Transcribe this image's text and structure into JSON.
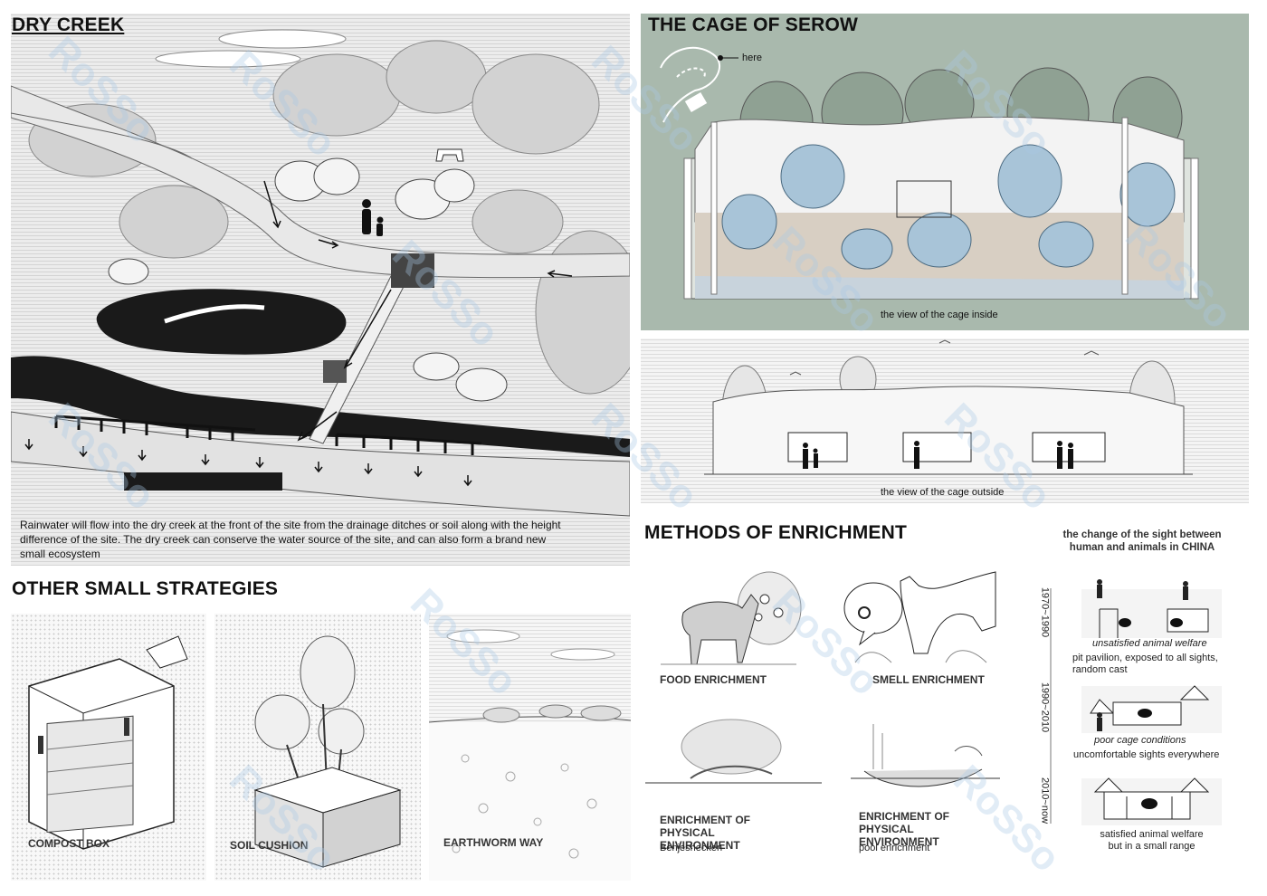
{
  "dry_creek": {
    "title": "DRY CREEK",
    "description": "Rainwater will flow into the dry creek at the front of the site from the drainage ditches or soil along with the height difference of the site. The dry creek can conserve the water source of the site, and can also form a brand new small ecosystem"
  },
  "serow_cage": {
    "title": "THE CAGE OF SEROW",
    "map_marker": "here",
    "inside_caption": "the view of the cage inside",
    "outside_caption": "the view of the cage outside"
  },
  "strategies": {
    "title": "OTHER SMALL STRATEGIES",
    "items": [
      {
        "label": "COMPOST BOX"
      },
      {
        "label": "SOIL CUSHION"
      },
      {
        "label": "EARTHWORM WAY"
      }
    ]
  },
  "enrichment": {
    "title": "METHODS OF ENRICHMENT",
    "items": [
      {
        "label": "FOOD ENRICHMENT",
        "sub": ""
      },
      {
        "label": "SMELL ENRICHMENT",
        "sub": ""
      },
      {
        "label": "ENRICHMENT OF PHYSICAL ENVIRONMENT",
        "sub": "Benjeshecken"
      },
      {
        "label": "ENRICHMENT OF PHYSICAL ENVIRONMENT",
        "sub": "pool enrichment"
      }
    ]
  },
  "timeline": {
    "title": "the change of the sight between human and animals in CHINA",
    "periods": [
      {
        "years": "1970~1990",
        "italic": "unsatisfied animal welfare",
        "text": "pit pavilion, exposed to all sights, random cast"
      },
      {
        "years": "1990~2010",
        "italic": "poor cage conditions",
        "text": "uncomfortable sights everywhere"
      },
      {
        "years": "2010~now",
        "italic": "",
        "text": "satisfied animal welfare but in a small range"
      }
    ]
  },
  "watermark": "RoSSo",
  "colors": {
    "sage_panel": "#a9b9ad",
    "water_blue": "#a8c4d8",
    "creek_black": "#1a1a1a",
    "watermark": "#c8dcef"
  }
}
